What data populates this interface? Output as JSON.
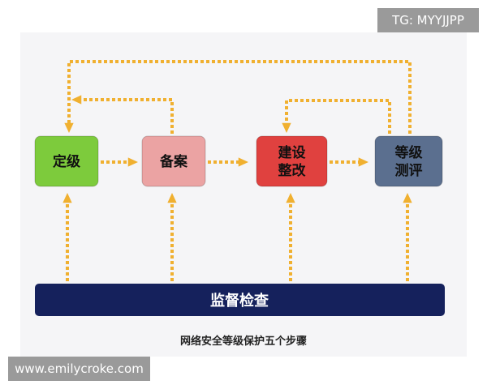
{
  "steps": [
    {
      "label": "定级",
      "color": "#7dcb3c"
    },
    {
      "label": "备案",
      "color": "#eba3a3"
    },
    {
      "label": "建设\n整改",
      "color": "#e0413f"
    },
    {
      "label": "等级\n测评",
      "color": "#5b6f8f"
    }
  ],
  "supervision": {
    "label": "监督检查",
    "color": "#15215c"
  },
  "caption": "网络安全等级保护五个步骤",
  "arrow_color": "#f0b030",
  "watermark_top": "TG: MYYJJPP",
  "watermark_bottom": "www.emilycroke.com"
}
